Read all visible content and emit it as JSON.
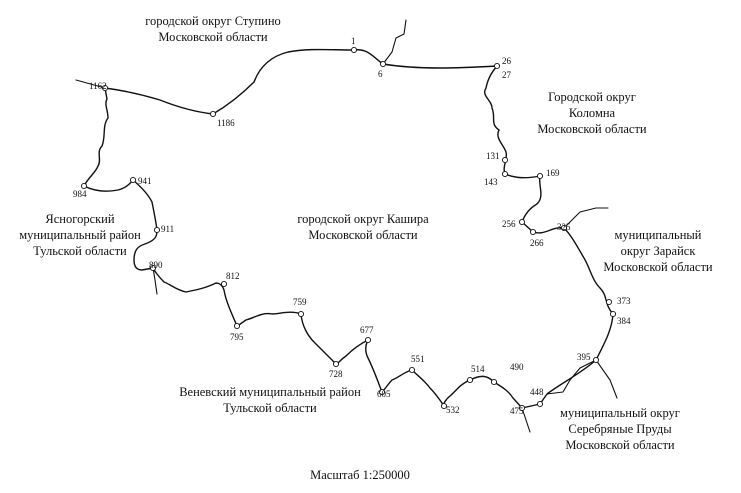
{
  "regions": {
    "stupino": [
      "городской округ Ступино",
      "Московской области"
    ],
    "kolomna": [
      "Городской округ",
      "Коломна",
      "Московской области"
    ],
    "kashira": [
      "городской округ Кашира",
      "Московской области"
    ],
    "yasnogorsk": [
      "Ясногорский",
      "муниципальный район",
      "Тульской области"
    ],
    "zaraysk": [
      "муниципальный",
      "округ Зарайск",
      "Московской области"
    ],
    "venev": [
      "Веневский муниципальный район",
      "Тульской области"
    ],
    "serebryanye": [
      "муниципальный округ",
      "Серебряные Пруды",
      "Московской области"
    ]
  },
  "points": [
    "1",
    "6",
    "26",
    "27",
    "131",
    "143",
    "169",
    "256",
    "266",
    "325",
    "373",
    "384",
    "395",
    "448",
    "490",
    "475",
    "514",
    "532",
    "551",
    "605",
    "677",
    "728",
    "759",
    "795",
    "812",
    "890",
    "911",
    "941",
    "984",
    "1162",
    "1186"
  ],
  "scale": "Масштаб 1:250000"
}
